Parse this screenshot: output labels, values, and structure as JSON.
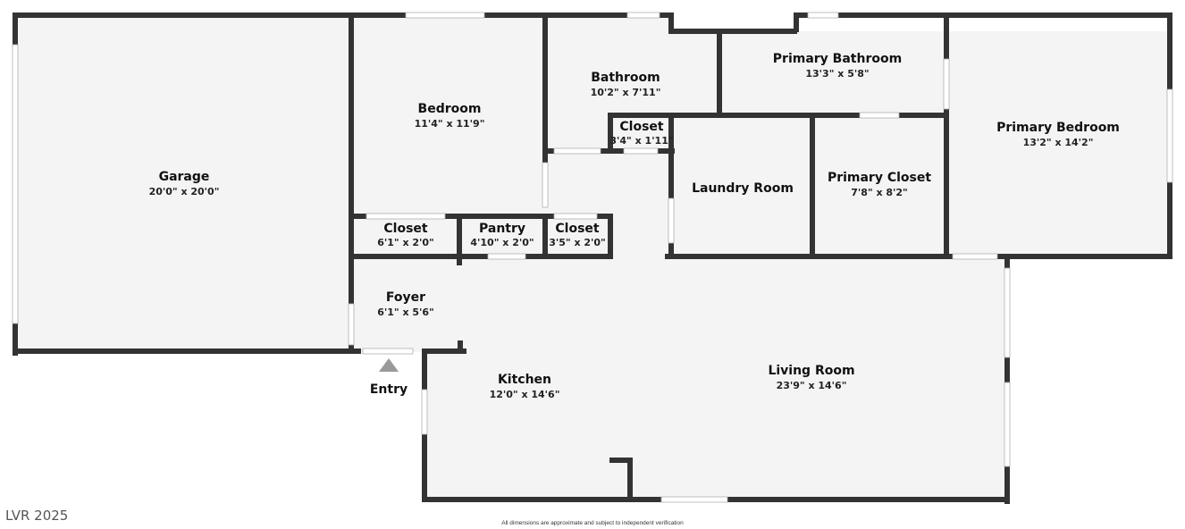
{
  "rooms": [
    {
      "id": "garage",
      "name": "Garage",
      "dims": "20'0\" x 20'0\""
    },
    {
      "id": "bedroom",
      "name": "Bedroom",
      "dims": "11'4\" x 11'9\""
    },
    {
      "id": "bathroom",
      "name": "Bathroom",
      "dims": "10'2\" x 7'11\""
    },
    {
      "id": "primary-bathroom",
      "name": "Primary Bathroom",
      "dims": "13'3\" x 5'8\""
    },
    {
      "id": "primary-bedroom",
      "name": "Primary Bedroom",
      "dims": "13'2\" x 14'2\""
    },
    {
      "id": "bath-closet",
      "name": "Closet",
      "dims": "3'4\" x 1'11\""
    },
    {
      "id": "laundry-room",
      "name": "Laundry Room",
      "dims": ""
    },
    {
      "id": "primary-closet",
      "name": "Primary Closet",
      "dims": "7'8\" x 8'2\""
    },
    {
      "id": "bedroom-closet",
      "name": "Closet",
      "dims": "6'1\" x 2'0\""
    },
    {
      "id": "pantry",
      "name": "Pantry",
      "dims": "4'10\" x 2'0\""
    },
    {
      "id": "hall-closet",
      "name": "Closet",
      "dims": "3'5\" x 2'0\""
    },
    {
      "id": "foyer",
      "name": "Foyer",
      "dims": "6'1\" x 5'6\""
    },
    {
      "id": "kitchen",
      "name": "Kitchen",
      "dims": "12'0\" x 14'6\""
    },
    {
      "id": "living-room",
      "name": "Living Room",
      "dims": "23'9\" x 14'6\""
    }
  ],
  "entry_label": "Entry",
  "watermark": "LVR 2025",
  "disclaimer": "All dimensions are approximate and subject to independent verification",
  "colors": {
    "wall": "#333333",
    "floor": "#f4f4f4",
    "entry_arrow": "#999999"
  }
}
